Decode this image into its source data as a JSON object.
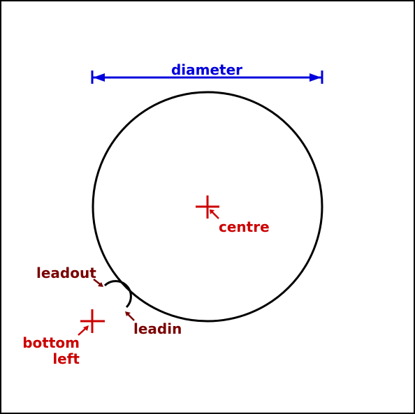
{
  "colors": {
    "frame": "#000000",
    "circle": "#000000",
    "dimension": "#0000dd",
    "marker": "#cc0000",
    "annotation": "#7a0000"
  },
  "labels": {
    "diameter": "diameter",
    "centre": "centre",
    "leadout": "leadout",
    "leadin": "leadin",
    "bottom_left_line1": "bottom",
    "bottom_left_line2": "left"
  },
  "icons": {
    "centre_marker": "crosshair-icon",
    "bottom_left_marker": "crosshair-icon",
    "arrow": "arrow-icon"
  }
}
